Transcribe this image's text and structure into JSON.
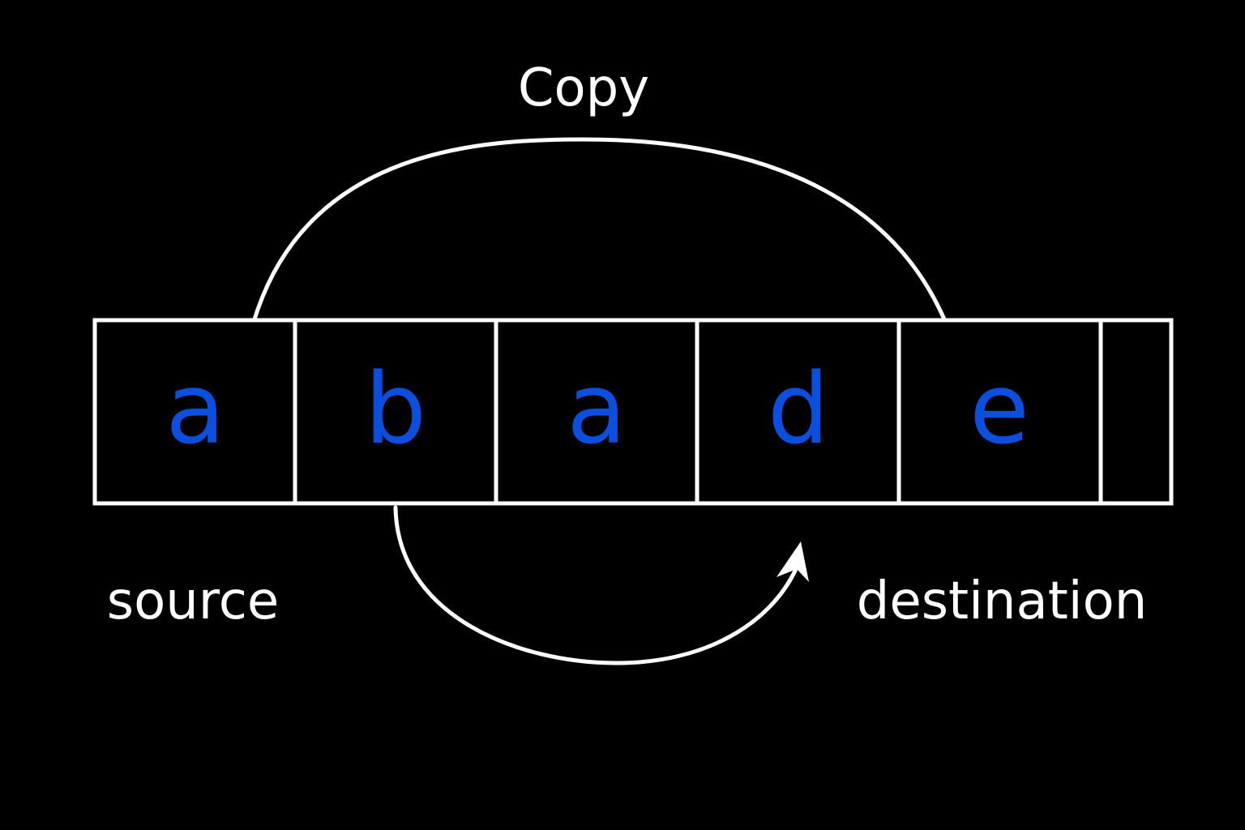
{
  "title": "Copy",
  "cells": [
    {
      "letter": "a"
    },
    {
      "letter": "b"
    },
    {
      "letter": "a"
    },
    {
      "letter": "d"
    },
    {
      "letter": "e"
    },
    {
      "letter": ""
    }
  ],
  "labels": {
    "source": "source",
    "destination": "destination"
  },
  "colors": {
    "background": "#000000",
    "stroke": "#ffffff",
    "letter": "#0a4fe0",
    "label": "#ffffff"
  }
}
